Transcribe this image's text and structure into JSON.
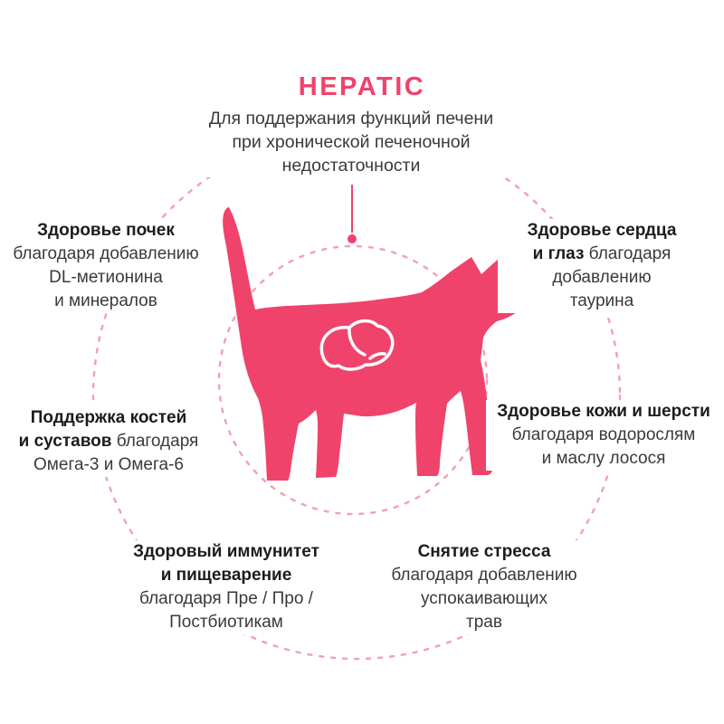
{
  "title": "HEPATIC",
  "subtitle_lines": [
    "Для поддержания функций печени",
    "при хронической печеночной",
    "недостаточности"
  ],
  "benefits": {
    "kidneys": {
      "lines": [
        [
          {
            "t": "Здоровье почек",
            "b": true
          }
        ],
        [
          {
            "t": "благодаря добавлению",
            "b": false
          }
        ],
        [
          {
            "t": "DL-метионина",
            "b": false
          }
        ],
        [
          {
            "t": "и минералов",
            "b": false
          }
        ]
      ]
    },
    "heart_eyes": {
      "lines": [
        [
          {
            "t": "Здоровье сердца",
            "b": true
          }
        ],
        [
          {
            "t": "и глаз",
            "b": true
          },
          {
            "t": " благодаря",
            "b": false
          }
        ],
        [
          {
            "t": "добавлению",
            "b": false
          }
        ],
        [
          {
            "t": "таурина",
            "b": false
          }
        ]
      ]
    },
    "bones_joints": {
      "lines": [
        [
          {
            "t": "Поддержка костей",
            "b": true
          }
        ],
        [
          {
            "t": "и суставов",
            "b": true
          },
          {
            "t": " благодаря",
            "b": false
          }
        ],
        [
          {
            "t": "Омега-3 и Омега-6",
            "b": false
          }
        ]
      ]
    },
    "skin_coat": {
      "lines": [
        [
          {
            "t": "Здоровье кожи и шерсти",
            "b": true
          }
        ],
        [
          {
            "t": "благодаря водорослям",
            "b": false
          }
        ],
        [
          {
            "t": "и маслу лосося",
            "b": false
          }
        ]
      ]
    },
    "immunity_digestion": {
      "lines": [
        [
          {
            "t": "Здоровый иммунитет",
            "b": true
          }
        ],
        [
          {
            "t": "и пищеварение",
            "b": true
          }
        ],
        [
          {
            "t": "благодаря Пре / Про /",
            "b": false
          }
        ],
        [
          {
            "t": "Постбиотикам",
            "b": false
          }
        ]
      ]
    },
    "stress": {
      "lines": [
        [
          {
            "t": "Снятие стресса",
            "b": true
          }
        ],
        [
          {
            "t": "благодаря добавлению",
            "b": false
          }
        ],
        [
          {
            "t": "успокаивающих",
            "b": false
          }
        ],
        [
          {
            "t": "трав",
            "b": false
          }
        ]
      ]
    }
  },
  "icons": {
    "center": "cat-silhouette",
    "organ": "liver-outline"
  },
  "colors": {
    "accent": "#ef436b",
    "dashed": "#f2a2b5",
    "text": "#3a3a3a",
    "heading": "#1c1c1c"
  }
}
